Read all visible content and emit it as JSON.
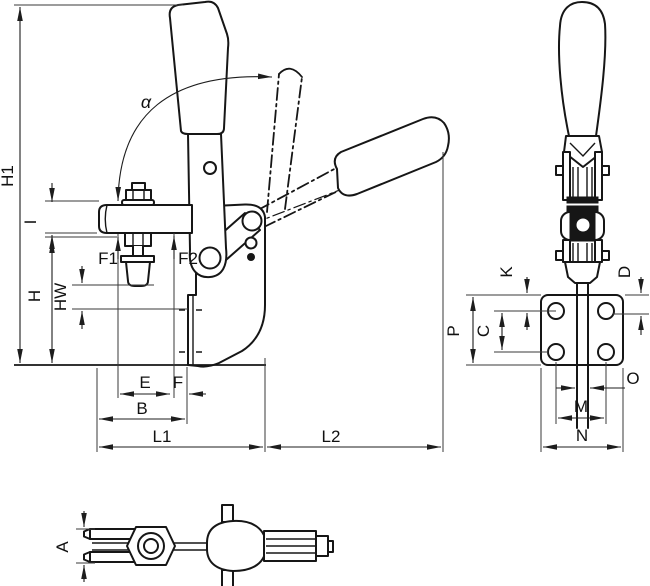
{
  "drawing": {
    "type": "technical-dimension-drawing",
    "subject": "vertical toggle clamp, three orthographic views with dimension symbols",
    "colors": {
      "line": "#161616",
      "background": "#ffffff"
    },
    "labels": {
      "h1": "H1",
      "i": "I",
      "h": "H",
      "hw": "HW",
      "f1": "F1",
      "f2": "F2",
      "alpha": "α",
      "e": "E",
      "f": "F",
      "b": "B",
      "l1": "L1",
      "l2": "L2",
      "k": "K",
      "d": "D",
      "p": "P",
      "c": "C",
      "m": "M",
      "n": "N",
      "o": "O",
      "a": "A"
    }
  }
}
